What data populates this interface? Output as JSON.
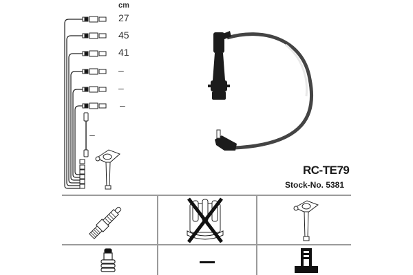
{
  "product": {
    "code": "RC-TE79",
    "stock_label": "Stock-No. 5381"
  },
  "lengths": {
    "unit": "cm",
    "items": [
      {
        "label": "27"
      },
      {
        "label": "45"
      },
      {
        "label": "41"
      },
      {
        "label": "–"
      },
      {
        "label": "–"
      },
      {
        "label": "–"
      },
      {
        "label": "–"
      }
    ]
  },
  "compatibility_grid": {
    "row1": [
      {
        "icon": "spark-plug-icon",
        "status": "included"
      },
      {
        "icon": "distributor-cap-icon",
        "status": "not-applicable"
      },
      {
        "icon": "ignition-coil-icon",
        "status": "included"
      }
    ],
    "row2": [
      {
        "icon": "spark-plug-connector-icon",
        "status": "included"
      },
      {
        "icon": "dash",
        "label": "–"
      },
      {
        "icon": "coil-connector-icon",
        "status": "included"
      }
    ]
  },
  "colors": {
    "line": "#9a9a9a",
    "ink": "#1a1a1a",
    "cable": "#555555"
  }
}
